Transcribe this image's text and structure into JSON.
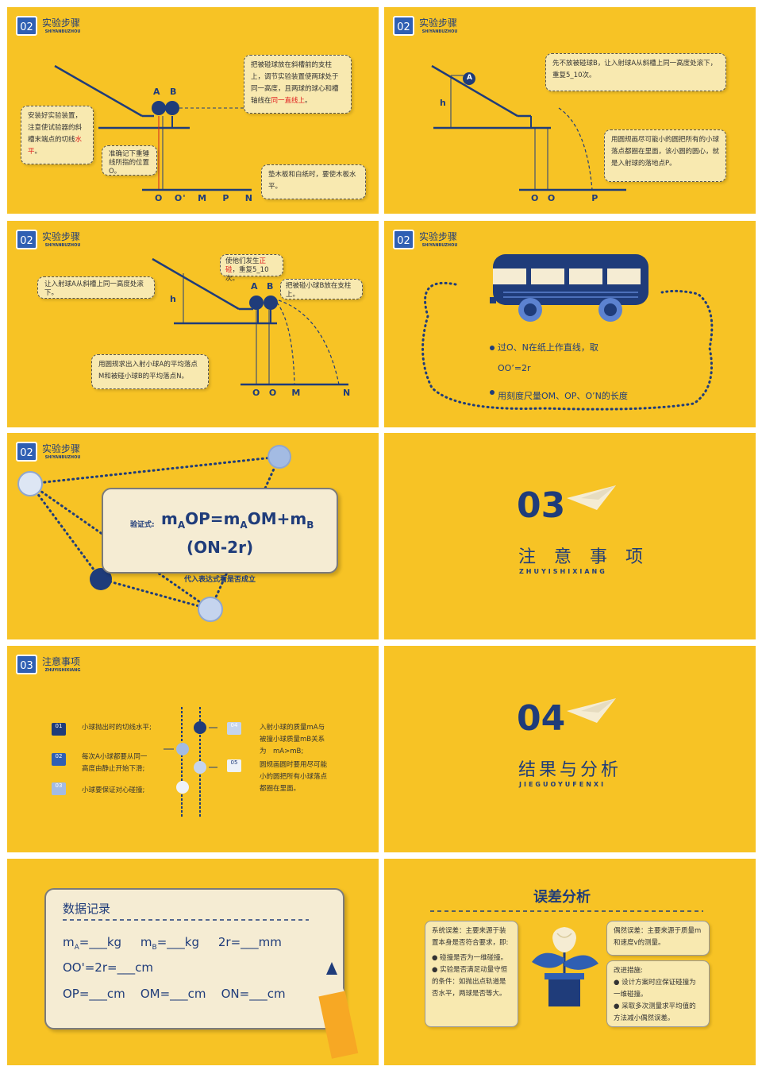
{
  "step_section": {
    "number": "02",
    "title": "实验步骤",
    "pinyin": "SHIYANBUZHOU"
  },
  "slide1": {
    "labels": {
      "a": "A",
      "b": "B"
    },
    "axis": [
      "O",
      "O",
      "M",
      "P",
      "N"
    ],
    "axis_prime": "'",
    "note1": "安装好实验装置，注意使试验器的斜槽末端点的切线",
    "note1_red": "水平",
    "note1_end": "。",
    "note2": "准确记下重锤线所指的位置O。",
    "note3": "把被碰球放在斜槽前的支柱上，调节实验装置使两球处于同一高度，且两球的球心和槽轴线在",
    "note3_red": "同一直线上",
    "note3_end": "。",
    "note4": "垫木板和白纸时，要使木板水平。"
  },
  "slide2": {
    "label_a": "A",
    "label_h": "h",
    "axis": [
      "O",
      "O",
      "P"
    ],
    "note1": "先不放被碰球B，让入射球A从斜槽上同一高度处滚下，重复5_10次。",
    "note2": "用圆规画尽可能小的圆把所有的小球落点都圈在里面，该小圆的圆心，就是入射球的落地点P。"
  },
  "slide3": {
    "label_h": "h",
    "labels": {
      "a": "A",
      "b": "B"
    },
    "axis": [
      "O",
      "O",
      "M",
      "N"
    ],
    "note1": "让入射球A从斜槽上同一高度处滚下。",
    "note2_a": "使他们发生",
    "note2_red": "正碰",
    "note2_b": "，重复5_10次。",
    "note3": "把被碰小球B放在支柱上。",
    "note4": "用圆规求出入射小球A的平均落点M和被碰小球B的平均落点N。"
  },
  "slide4": {
    "bullet1": "过O、N在纸上作直线，取",
    "line2": "OO’=2r",
    "bullet2": "用刻度尺量OM、OP、O’N的长度"
  },
  "slide5": {
    "prefix": "验证式:",
    "m": "m",
    "sub_a": "A",
    "sub_b": "B",
    "op": "OP=",
    "om": "OM+",
    "line2": "(ON-2r)",
    "caption": "代入表达式看是否成立"
  },
  "slide6": {
    "number": "03",
    "title": "注 意 事 项",
    "pinyin": "ZHUYISHIXIANG"
  },
  "slide7": {
    "number": "03",
    "title": "注意事项",
    "pinyin": "ZHUYISHIXIANG",
    "items": [
      {
        "n": "01",
        "text": "小球抛出时的切线水平;"
      },
      {
        "n": "02",
        "text": "每次A小球都要从同一高度由静止开始下滑;"
      },
      {
        "n": "03",
        "text": "小球要保证对心碰撞;"
      },
      {
        "n": "04",
        "text": "入射小球的质量mA与被撞小球质量mB关系为　mA>mB;"
      },
      {
        "n": "05",
        "text": "圆规画圆时要用尽可能小的圆把所有小球落点都圈在里面。"
      }
    ]
  },
  "slide8": {
    "number": "04",
    "title": "结果与分析",
    "pinyin": "JIEGUOYUFENXI"
  },
  "slide9": {
    "title": "数据记录",
    "m": "m",
    "sub_a": "A",
    "sub_b": "B",
    "eq_a": "=___kg",
    "eq_b": "=___kg",
    "eq_r": "2r=___mm",
    "line2": "OO'=2r=___cm",
    "line3": [
      "OP=___cm",
      "OM=___cm",
      "ON=___cm"
    ]
  },
  "slide10": {
    "title": "误差分析",
    "sys": "系统误差：主要来源于装置本身是否符合要求，即:",
    "sys_bullets": [
      "碰撞是否为一维碰撞。",
      "实验是否满足动量守恒的条件：如抛出点轨道是否水平，两球是否等大。"
    ],
    "acc": "偶然误差：主要来源于质量m和速度v的测量。",
    "fix": "改进措施:",
    "fix_bullets": [
      "设计方案时应保证碰撞为一维碰撞。",
      "采取多次测量求平均值的方法减小偶然误差。"
    ]
  },
  "colors": {
    "yellow": "#f7c325",
    "navy": "#1f3c7a",
    "cream": "#f5ecd3",
    "red": "#e02020"
  }
}
